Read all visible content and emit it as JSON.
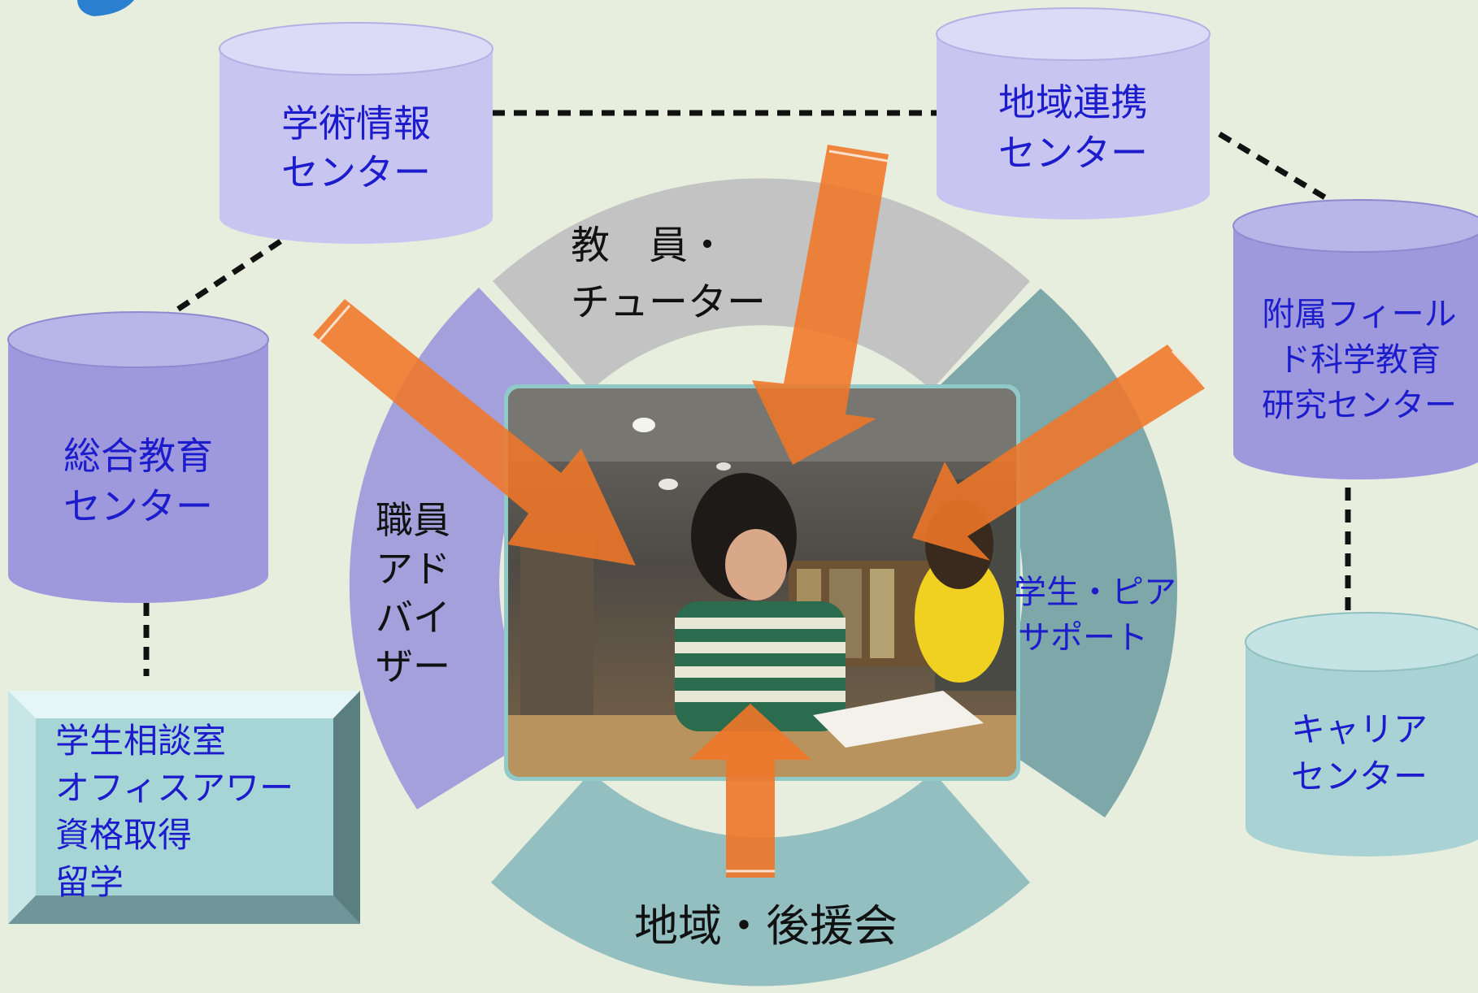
{
  "colors": {
    "background": "#e8eedd",
    "cylinder_lavender": "#c8c6f0",
    "cylinder_purple": "#9d99dc",
    "cylinder_teal": "#a9d2d4",
    "ring_gray": "#c3c3c3",
    "ring_purple": "#a3a0dc",
    "ring_teal": "#7ea7aa",
    "arrow_orange": "#f07628",
    "label_blue": "#1c1ccc",
    "label_black": "#111111"
  },
  "cylinders": {
    "gakujutsu": {
      "line1": "学術情報",
      "line2": "センター"
    },
    "chiiki": {
      "line1": "地域連携",
      "line2": "センター"
    },
    "sogo": {
      "line1": "総合教育",
      "line2": "センター"
    },
    "fuzoku": {
      "line1": "附属フィール",
      "line2": "ド科学教育",
      "line3": "研究センター"
    },
    "career": {
      "line1": "キャリア",
      "line2": "センター"
    }
  },
  "service_box": {
    "items": [
      "学生相談室",
      "オフィスアワー",
      "資格取得",
      "留学"
    ]
  },
  "ring": {
    "top": {
      "line1": "教　員・",
      "line2": "チューター"
    },
    "left": {
      "line1": "職員",
      "line2": "アド",
      "line3": "バイ",
      "line4": "ザー"
    },
    "right": {
      "line1": "学生・ピア",
      "line2": "サポート"
    },
    "bottom": {
      "line1": "地域・後援会"
    }
  },
  "photo": {
    "icon": "student-studying-photo"
  }
}
